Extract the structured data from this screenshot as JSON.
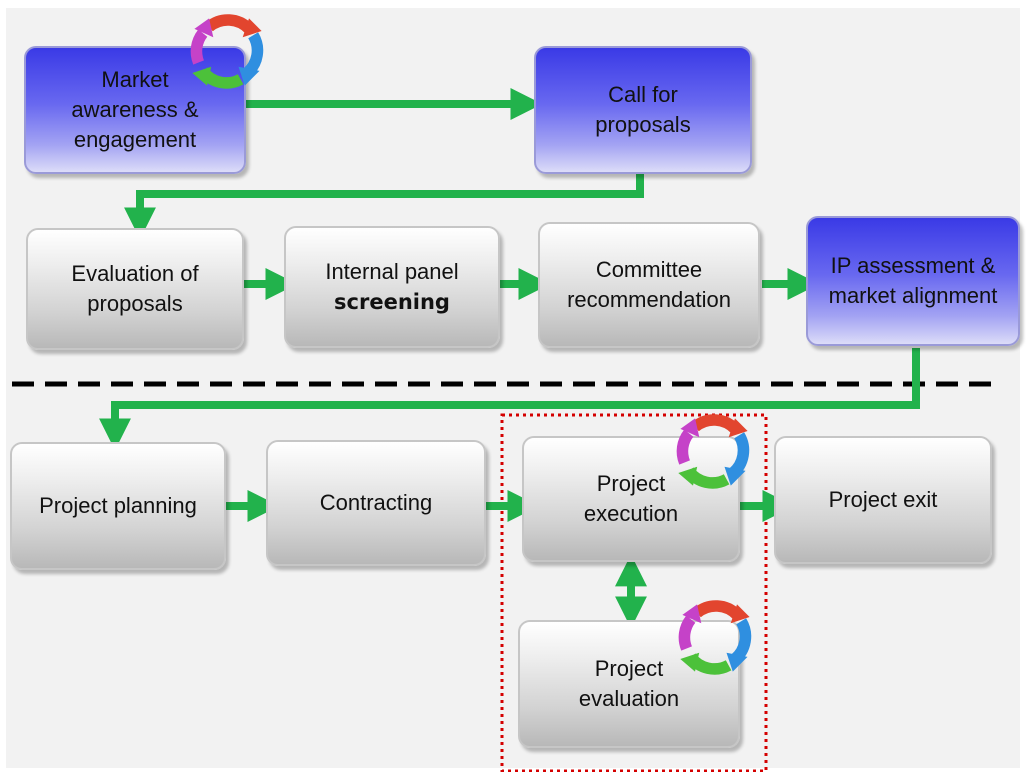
{
  "nodes": {
    "market": {
      "l1": "Market",
      "l2": "awareness &",
      "l3": "engagement"
    },
    "call": {
      "l1": "Call for",
      "l2": "proposals"
    },
    "evaluation": {
      "l1": "Evaluation of",
      "l2": "proposals"
    },
    "internal": {
      "l1": "Internal panel",
      "l2": "screening"
    },
    "committee": {
      "l1": "Committee",
      "l2": "recommendation"
    },
    "ip": {
      "l1": "IP assessment &",
      "l2": "market alignment"
    },
    "planning": {
      "l1": "Project planning"
    },
    "contracting": {
      "l1": "Contracting"
    },
    "execution": {
      "l1": "Project",
      "l2": "execution"
    },
    "exit": {
      "l1": "Project exit"
    },
    "proj_eval": {
      "l1": "Project",
      "l2": "evaluation"
    }
  },
  "colors": {
    "arrow": "#22b24c",
    "dashed_divider": "#000000",
    "group_border": "#d40000",
    "blue_box": "#4f4fe8",
    "grey_box": "#d2d2d2"
  },
  "icons": [
    "cycle-arrows-icon"
  ]
}
